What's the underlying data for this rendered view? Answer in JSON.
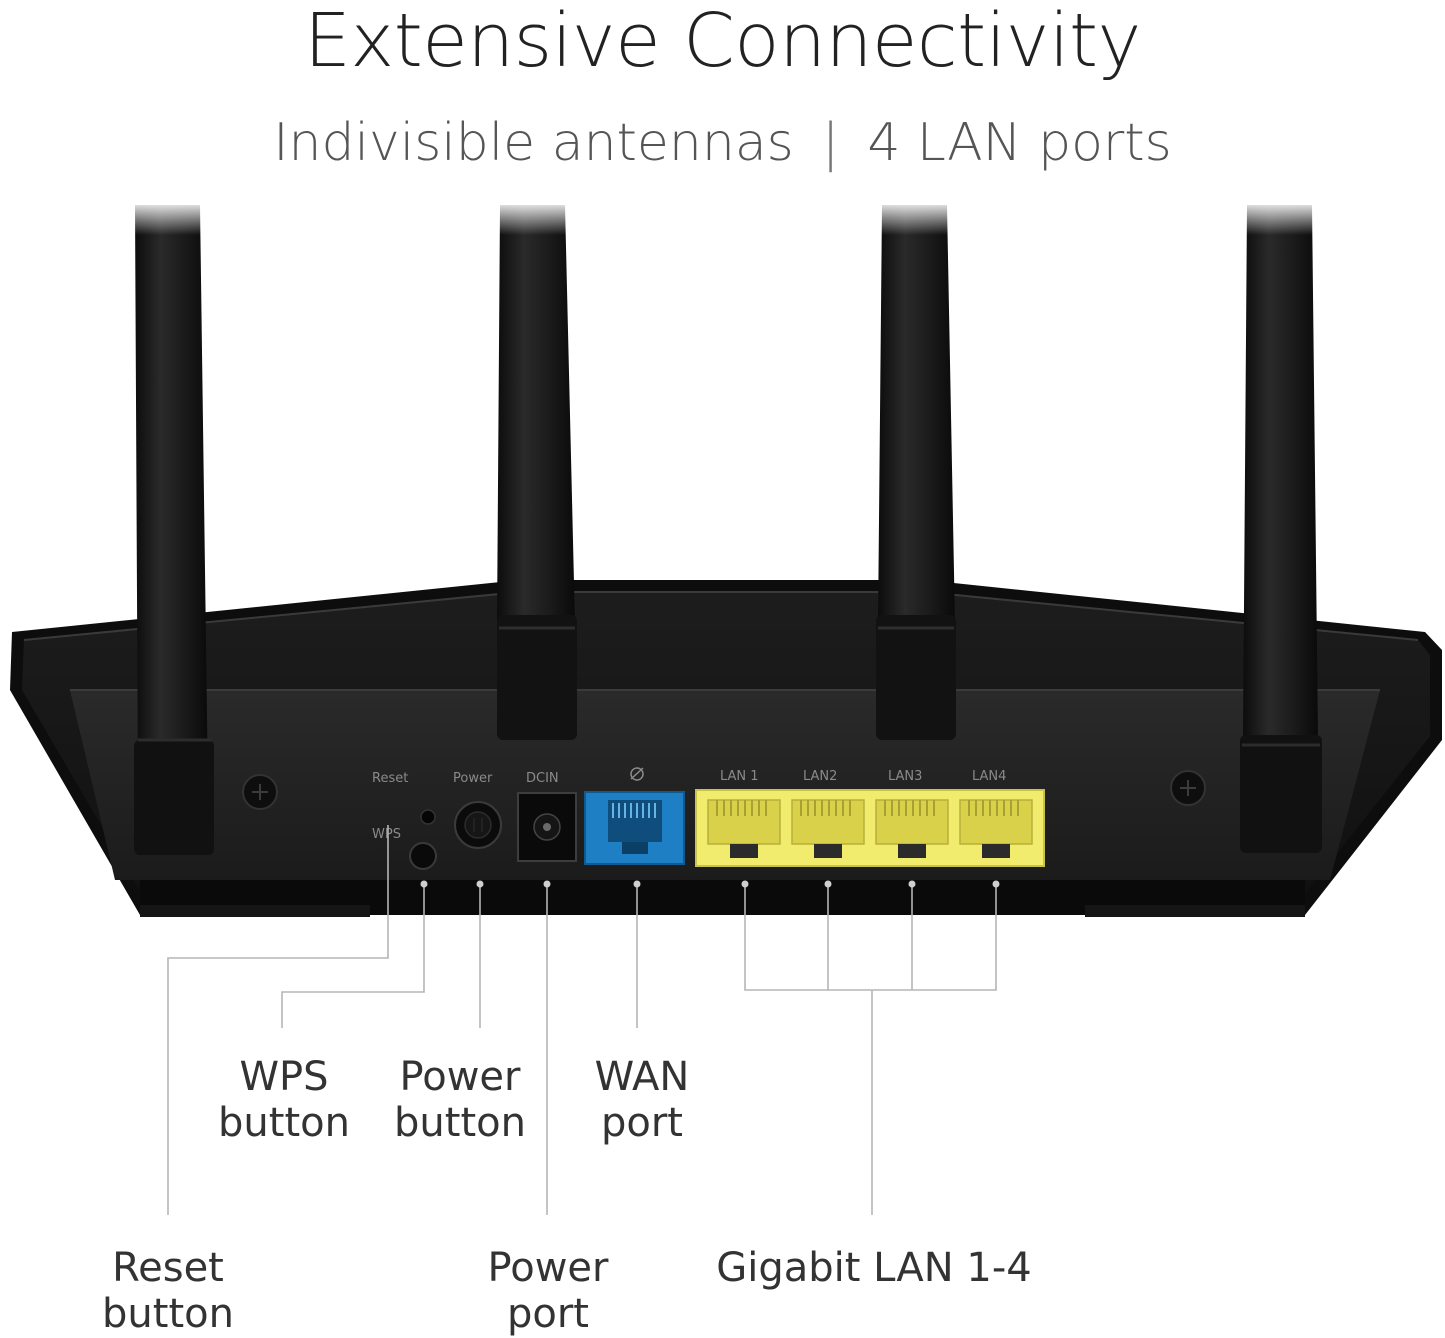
{
  "heading": {
    "title": "Extensive Connectivity",
    "feature_1": "Indivisible antennas",
    "separator": "|",
    "feature_2": "4 LAN ports"
  },
  "panel_labels": {
    "reset": "Reset",
    "wps": "WPS",
    "power": "Power",
    "dcin": "DCIN",
    "lan1": "LAN 1",
    "lan2": "LAN2",
    "lan3": "LAN3",
    "lan4": "LAN4"
  },
  "callouts": {
    "wps": [
      "WPS",
      "button"
    ],
    "power_button": [
      "Power",
      "button"
    ],
    "wan": [
      "WAN",
      "port"
    ],
    "reset": [
      "Reset",
      "button"
    ],
    "power_port": [
      "Power",
      "port"
    ],
    "lan": [
      "Gigabit LAN 1-4"
    ]
  },
  "colors": {
    "router_body": "#141414",
    "wan_port": "#1e7fc4",
    "lan_port": "#f2ec6e",
    "leader_line": "#b5b5b5"
  }
}
